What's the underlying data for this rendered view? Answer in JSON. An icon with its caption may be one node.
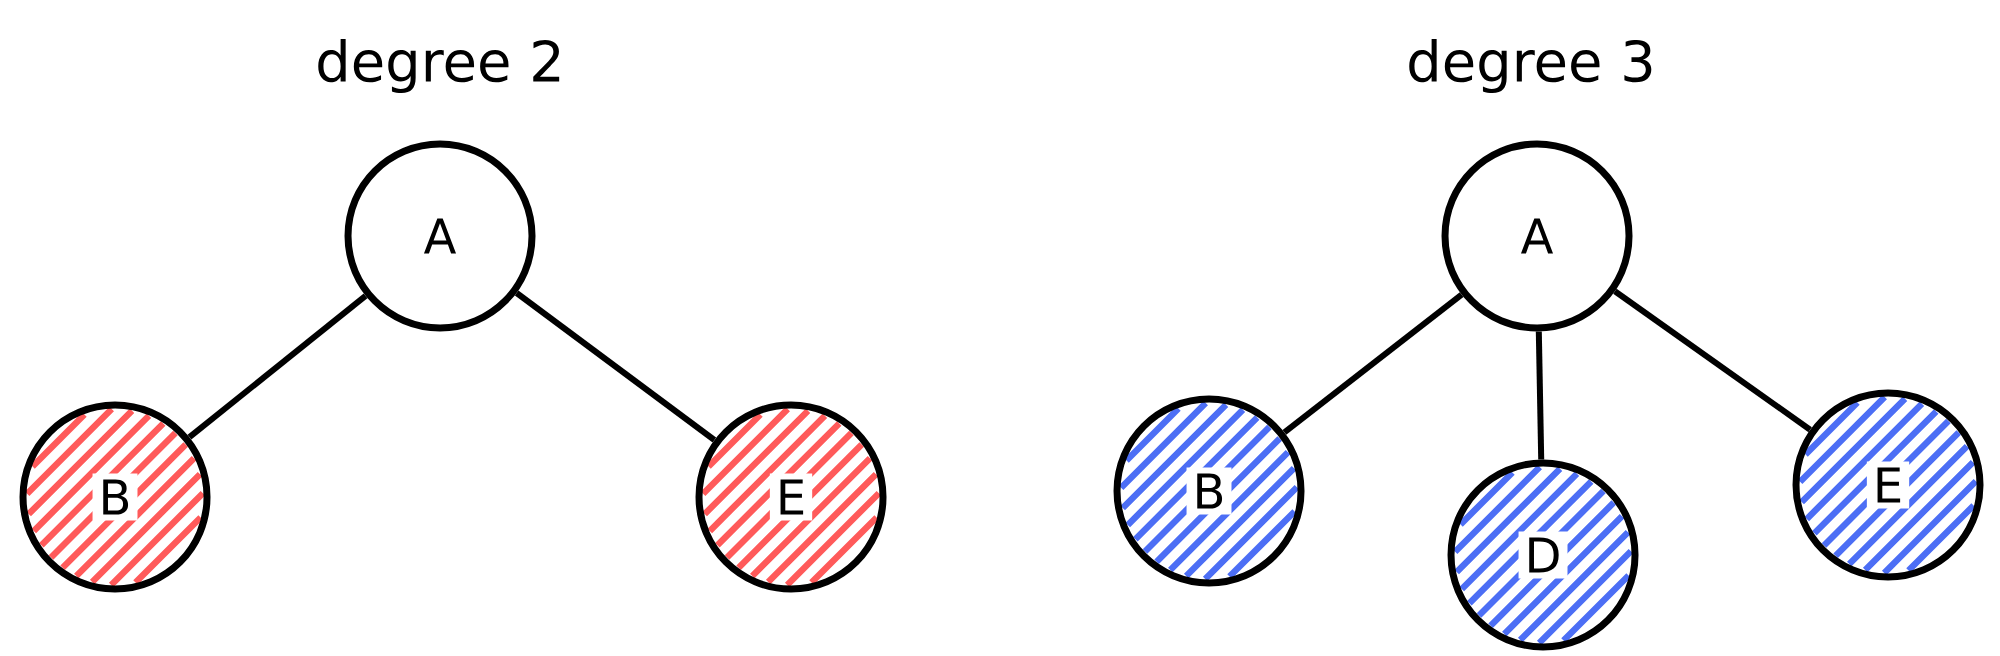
{
  "diagram": {
    "nodes": [
      {
        "text": [
          "A"
        ]
      },
      {
        "text": [
          "B"
        ]
      },
      {
        "text": [
          "E"
        ]
      },
      {
        "text": [
          "A"
        ]
      },
      {
        "text": [
          "B"
        ]
      },
      {
        "text": [
          "D"
        ]
      },
      {
        "text": [
          "E"
        ]
      }
    ],
    "edges": [
      {
        "from": 0,
        "to": 1,
        "arrow": "none"
      },
      {
        "from": 0,
        "to": 2,
        "arrow": "none"
      },
      {
        "from": 3,
        "to": 4,
        "arrow": "none"
      },
      {
        "from": 3,
        "to": 5,
        "arrow": "none"
      },
      {
        "from": 3,
        "to": 6,
        "arrow": "none"
      }
    ],
    "labels": [
      "degree 2",
      "degree 3"
    ]
  }
}
